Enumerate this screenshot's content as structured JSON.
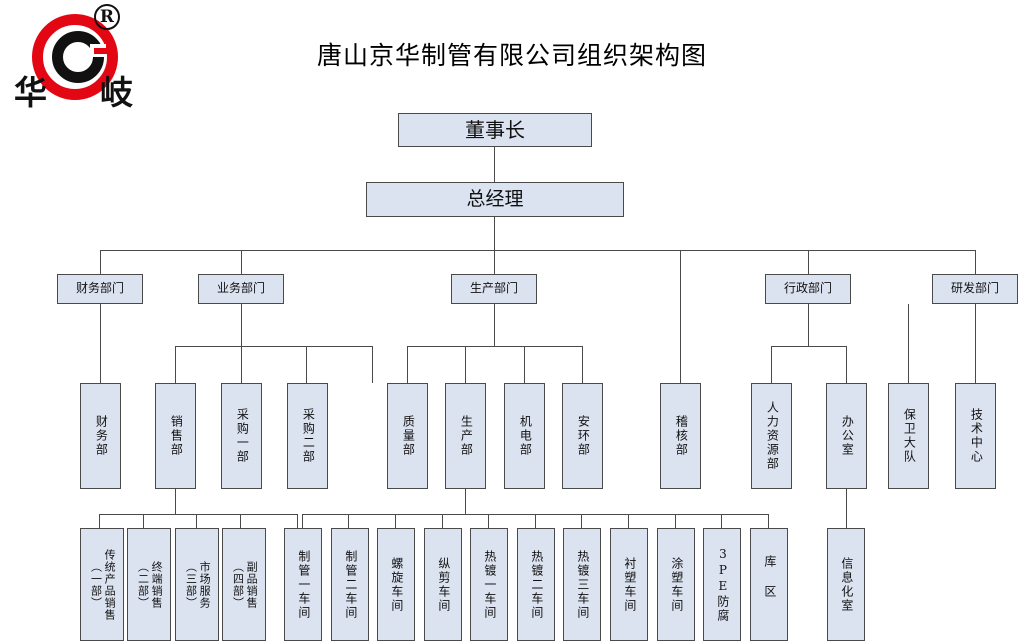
{
  "document": {
    "title": "唐山京华制管有限公司组织架构图",
    "logo": {
      "brand_left": "华",
      "brand_right": "岐",
      "registered_mark": "R",
      "ring_color": "#e30613",
      "inner_color": "#111111"
    },
    "theme": {
      "box_fill": "#dce3f0",
      "box_border": "#4a4a4a",
      "line_color": "#4a4a4a",
      "background": "#ffffff",
      "text_color": "#111111"
    }
  },
  "chart_data": {
    "type": "diagram",
    "diagram_kind": "organization-chart",
    "orientation": "top-down",
    "levels": 5,
    "nodes": {
      "level0": [
        {
          "id": "chairman",
          "label": "董事长"
        }
      ],
      "level1": [
        {
          "id": "gm",
          "label": "总经理",
          "parent": "chairman"
        }
      ],
      "level2": [
        {
          "id": "finance-dept",
          "label": "财务部门",
          "parent": "gm"
        },
        {
          "id": "business-dept",
          "label": "业务部门",
          "parent": "gm"
        },
        {
          "id": "production-dept",
          "label": "生产部门",
          "parent": "gm"
        },
        {
          "id": "admin-dept",
          "label": "行政部门",
          "parent": "gm"
        },
        {
          "id": "rd-dept",
          "label": "研发部门",
          "parent": "gm"
        }
      ],
      "level3": [
        {
          "id": "finance-office",
          "label": "财务部",
          "parent": "finance-dept"
        },
        {
          "id": "sales-office",
          "label": "销售部",
          "parent": "business-dept"
        },
        {
          "id": "purchase-1",
          "label": "采购一部",
          "parent": "business-dept"
        },
        {
          "id": "purchase-2",
          "label": "采购二部",
          "parent": "business-dept"
        },
        {
          "id": "quality-office",
          "label": "质量部",
          "parent": "production-dept"
        },
        {
          "id": "production-office",
          "label": "生产部",
          "parent": "production-dept"
        },
        {
          "id": "electromech-office",
          "label": "机电部",
          "parent": "production-dept"
        },
        {
          "id": "safety-env-office",
          "label": "安环部",
          "parent": "production-dept"
        },
        {
          "id": "audit-office",
          "label": "稽核部",
          "parent": "gm"
        },
        {
          "id": "hr-office",
          "label": "人力资源部",
          "parent": "admin-dept"
        },
        {
          "id": "general-office",
          "label": "办公室",
          "parent": "admin-dept"
        },
        {
          "id": "security-team",
          "label": "保卫大队",
          "parent": "admin-dept"
        },
        {
          "id": "tech-center",
          "label": "技术中心",
          "parent": "rd-dept"
        }
      ],
      "level4": [
        {
          "id": "sales-1",
          "label_main": "传统产品销售",
          "label_sub": "（一部）",
          "parent": "sales-office"
        },
        {
          "id": "sales-2",
          "label_main": "终端销售",
          "label_sub": "（二部）",
          "parent": "sales-office"
        },
        {
          "id": "sales-3",
          "label_main": "市场服务",
          "label_sub": "（三部）",
          "parent": "sales-office"
        },
        {
          "id": "sales-4",
          "label_main": "副品销售",
          "label_sub": "（四部）",
          "parent": "sales-office"
        },
        {
          "id": "pipe-shop-1",
          "label": "制管一车间",
          "parent": "production-office"
        },
        {
          "id": "pipe-shop-2",
          "label": "制管二车间",
          "parent": "production-office"
        },
        {
          "id": "spiral-shop",
          "label": "螺旋车间",
          "parent": "production-office"
        },
        {
          "id": "slitting-shop",
          "label": "纵剪车间",
          "parent": "production-office"
        },
        {
          "id": "galv-shop-1",
          "label": "热镀一车间",
          "parent": "production-office"
        },
        {
          "id": "galv-shop-2",
          "label": "热镀二车间",
          "parent": "production-office"
        },
        {
          "id": "galv-shop-3",
          "label": "热镀三车间",
          "parent": "production-office"
        },
        {
          "id": "lining-shop",
          "label": "衬塑车间",
          "parent": "production-office"
        },
        {
          "id": "coating-shop",
          "label": "涂塑车间",
          "parent": "production-office"
        },
        {
          "id": "pe3-anticorrosion",
          "label": "3PE防腐",
          "parent": "production-office"
        },
        {
          "id": "warehouse-zone",
          "label": "库区",
          "parent": "production-office"
        },
        {
          "id": "informatization-room",
          "label": "信息化室",
          "parent": "general-office"
        }
      ]
    }
  }
}
